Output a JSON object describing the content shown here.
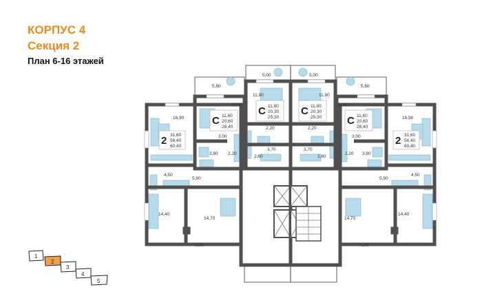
{
  "header": {
    "building": "КОРПУС 4",
    "section": "Секция 2",
    "floors": "План 6-16 этажей"
  },
  "section_selector": {
    "items": [
      "1",
      "2",
      "3",
      "4",
      "5"
    ],
    "active": "2",
    "active_color": "#f0a04a"
  },
  "units": {
    "left_2room": {
      "type": "2",
      "living": "31,60",
      "total": "56,40",
      "total_with_balcony": "60,40"
    },
    "left_studio": {
      "type": "С",
      "living": "11,60",
      "total": "20,60",
      "total_with_balcony": "26,40"
    },
    "center_left_studio": {
      "type": "С",
      "living": "11,80",
      "total": "20,30",
      "total_with_balcony": "25,30"
    },
    "center_right_studio": {
      "type": "С",
      "living": "11,80",
      "total": "20,30",
      "total_with_balcony": "25,30"
    },
    "right_studio": {
      "type": "С",
      "living": "11,60",
      "total": "20,60",
      "total_with_balcony": "26,40"
    },
    "right_2room": {
      "type": "2",
      "living": "31,60",
      "total": "56,40",
      "total_with_balcony": "60,40"
    }
  },
  "rooms": {
    "r580": "5,80",
    "r1160": "11,60",
    "r300": "3,00",
    "r380": "3,80",
    "r220": "2,20",
    "r1690": "16,90",
    "r450": "4,50",
    "r590": "5,90",
    "r1440": "14,40",
    "r1470": "14,70",
    "r400": "4,00",
    "r500": "5,00",
    "r1180": "11,80",
    "r370": "3,70",
    "r260": "2,60"
  },
  "colors": {
    "accent": "#f08a1c",
    "wall": "#4f4f4f",
    "furniture": "#b7dbea"
  }
}
